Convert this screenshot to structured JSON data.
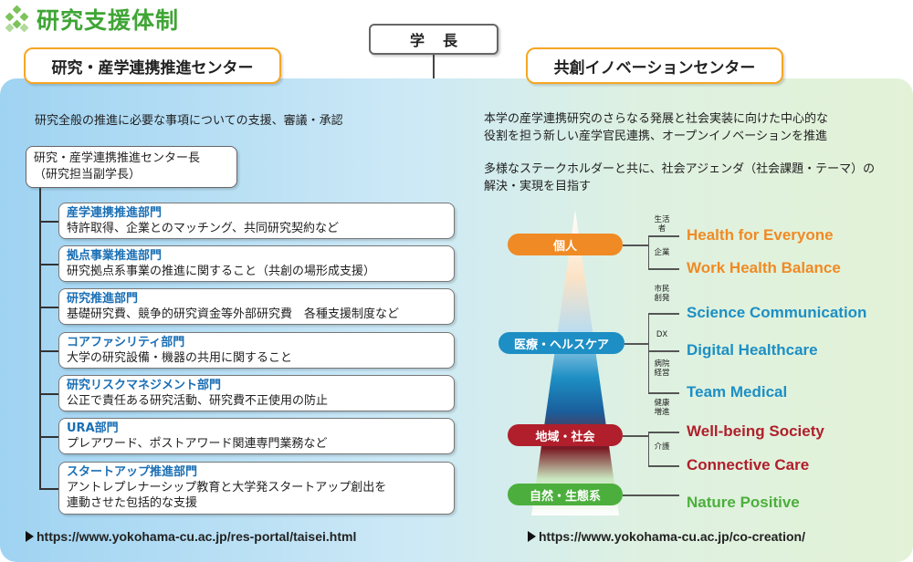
{
  "title": "研究支援体制",
  "president": "学長",
  "left": {
    "header": "研究・産学連携推進センター",
    "description": "研究全般の推進に必要な事項についての支援、審議・承認",
    "director_line1": "研究・産学連携推進センター長",
    "director_line2": "（研究担当副学長）",
    "departments": [
      {
        "name": "産学連携推進部門",
        "desc": "特許取得、企業とのマッチング、共同研究契約など"
      },
      {
        "name": "拠点事業推進部門",
        "desc": "研究拠点系事業の推進に関すること（共創の場形成支援）"
      },
      {
        "name": "研究推進部門",
        "desc": "基礎研究費、競争的研究資金等外部研究費　各種支援制度など"
      },
      {
        "name": "コアファシリティ部門",
        "desc": "大学の研究設備・機器の共用に関すること"
      },
      {
        "name": "研究リスクマネジメント部門",
        "desc": "公正で責任ある研究活動、研究費不正使用の防止"
      },
      {
        "name": "URA部門",
        "desc": "プレアワード、ポストアワード関連専門業務など"
      },
      {
        "name": "スタートアップ推進部門",
        "desc": "アントレプレナーシップ教育と大学発スタートアップ創出を",
        "desc2": "連動させた包括的な支援"
      }
    ],
    "url": "https://www.yokohama-cu.ac.jp/res-portal/taisei.html"
  },
  "right": {
    "header": "共創イノベーションセンター",
    "description1_line1": "本学の産学連携研究のさらなる発展と社会実装に向けた中心的な",
    "description1_line2": "役割を担う新しい産学官民連携、オープンイノベーションを推進",
    "description2_line1": "多様なステークホルダーと共に、社会アジェンダ（社会課題・テーマ）の",
    "description2_line2": "解決・実現を目指す",
    "tiers": [
      {
        "label": "個人",
        "color": "#f08a24",
        "items": [
          {
            "sub": "生活者",
            "keyword": "Health for Everyone"
          },
          {
            "sub": "企業",
            "keyword": "Work Health Balance"
          }
        ]
      },
      {
        "label": "医療・ヘルスケア",
        "color": "#1d8fc4",
        "items": [
          {
            "sub": "市民 創発",
            "keyword": "Science Communication"
          },
          {
            "sub": "DX",
            "keyword": "Digital Healthcare"
          },
          {
            "sub": "病院 経営",
            "keyword": "Team Medical"
          }
        ]
      },
      {
        "label": "地域・社会",
        "color": "#b01f2b",
        "items": [
          {
            "sub": "健康 増進",
            "keyword": "Well-being Society"
          },
          {
            "sub": "介護",
            "keyword": "Connective Care"
          }
        ]
      },
      {
        "label": "自然・生態系",
        "color": "#4caf3d",
        "items": [
          {
            "sub": "",
            "keyword": "Nature Positive"
          }
        ]
      }
    ],
    "url": "https://www.yokohama-cu.ac.jp/co-creation/"
  }
}
